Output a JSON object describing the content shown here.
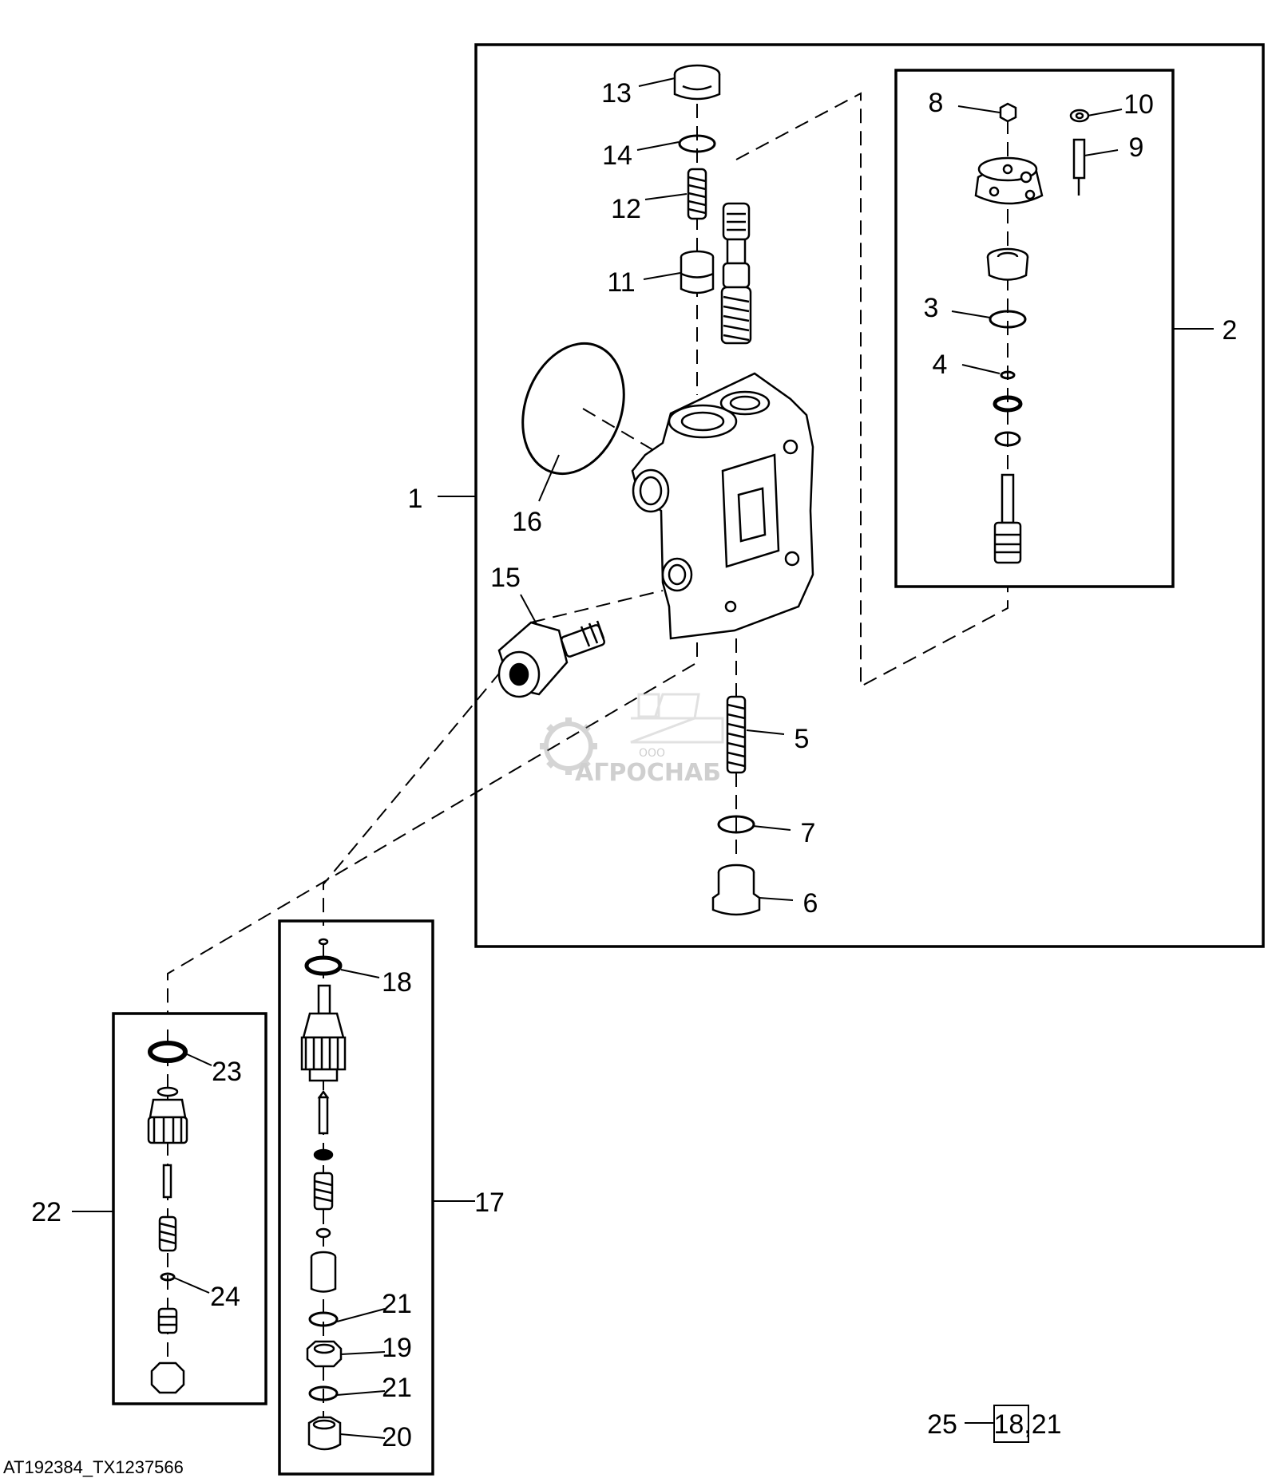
{
  "figure": {
    "reference": "AT192384_TX1237566",
    "callouts": {
      "c1": "1",
      "c2": "2",
      "c3": "3",
      "c4": "4",
      "c5": "5",
      "c6": "6",
      "c7": "7",
      "c8": "8",
      "c9": "9",
      "c10": "10",
      "c11": "11",
      "c12": "12",
      "c13": "13",
      "c14": "14",
      "c15": "15",
      "c16": "16",
      "c17": "17",
      "c18": "18",
      "c19": "19",
      "c20": "20",
      "c21a": "21",
      "c21b": "21",
      "c22": "22",
      "c23": "23",
      "c24": "24",
      "c25": "25"
    },
    "kit_reference": "18,21"
  },
  "watermark": {
    "company_prefix": "ООО",
    "company_name": "АГРОСНАБ"
  }
}
